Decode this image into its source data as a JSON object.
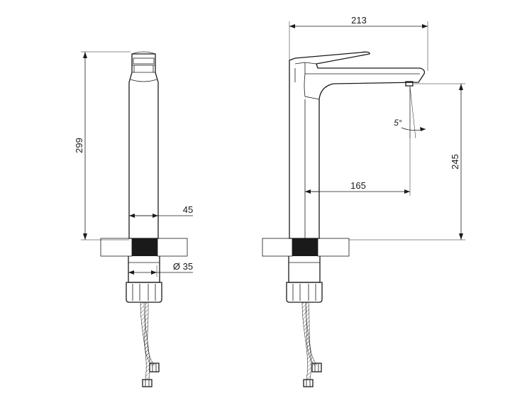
{
  "dimensions": {
    "total_height": "299",
    "body_width": "45",
    "base_diameter": "Ø 35",
    "overall_depth": "213",
    "spout_reach": "165",
    "spout_height": "245",
    "spout_angle": "5°"
  },
  "colors": {
    "line": "#1a1a1a",
    "background": "#ffffff",
    "counter_hatch": "#1a1a1a",
    "mounting_hole": "#1a1a1a"
  }
}
